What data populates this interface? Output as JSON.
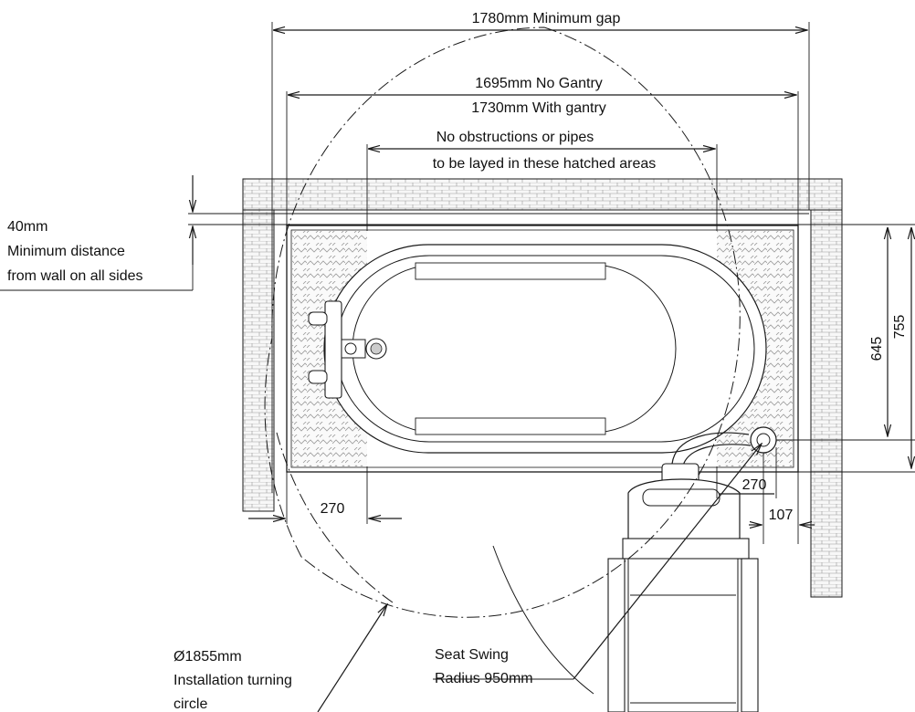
{
  "dimensions": {
    "min_gap": "1780mm Minimum gap",
    "no_gantry": "1695mm No Gantry",
    "with_gantry": "1730mm With gantry",
    "obstruction_line1": "No obstructions or pipes",
    "obstruction_line2": "to be layed in these hatched areas",
    "wall_distance_line1": "40mm",
    "wall_distance_line2": "Minimum distance",
    "wall_distance_line3": "from wall on all sides",
    "width_inner": "645",
    "width_outer": "755",
    "left_zone": "270",
    "right_zone": "270",
    "offset": "107"
  },
  "callouts": {
    "turning_line1": "Ø1855mm",
    "turning_line2": "Installation turning",
    "turning_line3": "circle",
    "swing_line1": "Seat Swing",
    "swing_line2": "Radius 950mm"
  },
  "colors": {
    "line": "#1a1a1a",
    "wall_fill": "#f3f3f3"
  }
}
